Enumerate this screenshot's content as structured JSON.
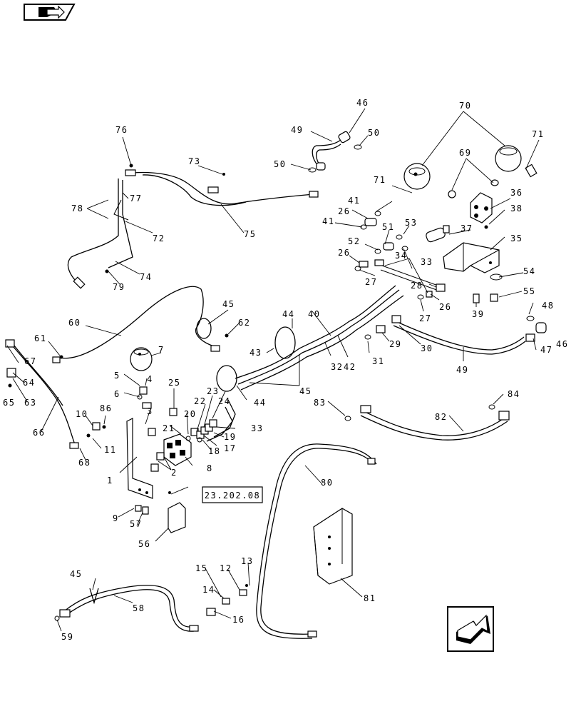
{
  "reference_box": "23.202.08",
  "icons": {
    "top_left": "book-arrow-icon",
    "bottom_right": "next-page-arrow-icon"
  },
  "callouts": [
    "1",
    "2",
    "3",
    "4",
    "5",
    "6",
    "7",
    "8",
    "9",
    "10",
    "11",
    "12",
    "13",
    "14",
    "15",
    "16",
    "17",
    "18",
    "19",
    "20",
    "21",
    "22",
    "23",
    "24",
    "25",
    "26",
    "27",
    "28",
    "29",
    "30",
    "31",
    "32",
    "33",
    "34",
    "35",
    "36",
    "37",
    "38",
    "39",
    "40",
    "41",
    "42",
    "43",
    "44",
    "45",
    "46",
    "47",
    "48",
    "49",
    "50",
    "51",
    "52",
    "53",
    "54",
    "55",
    "56",
    "57",
    "58",
    "59",
    "60",
    "61",
    "62",
    "63",
    "64",
    "65",
    "66",
    "67",
    "68",
    "69",
    "70",
    "71",
    "72",
    "73",
    "74",
    "75",
    "76",
    "77",
    "78",
    "79",
    "80",
    "81",
    "82",
    "83",
    "84",
    "86"
  ]
}
